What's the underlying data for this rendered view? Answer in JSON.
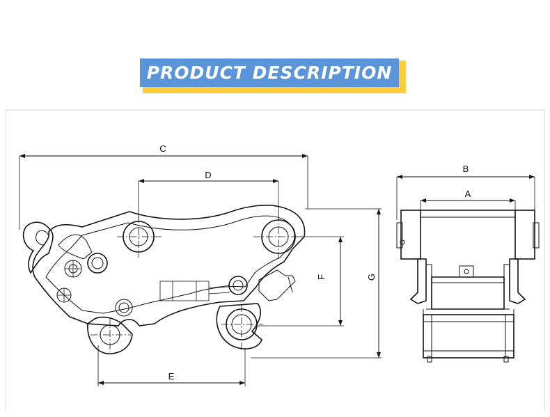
{
  "banner": {
    "title": "PRODUCT DESCRIPTION",
    "colors": {
      "main": "#5b95d9",
      "accent": "#ffcc3d",
      "text": "#ffffff"
    }
  },
  "drawing": {
    "dimensions": {
      "a": "A",
      "b": "B",
      "c": "C",
      "d": "D",
      "e": "E",
      "f": "F",
      "g": "G"
    }
  }
}
